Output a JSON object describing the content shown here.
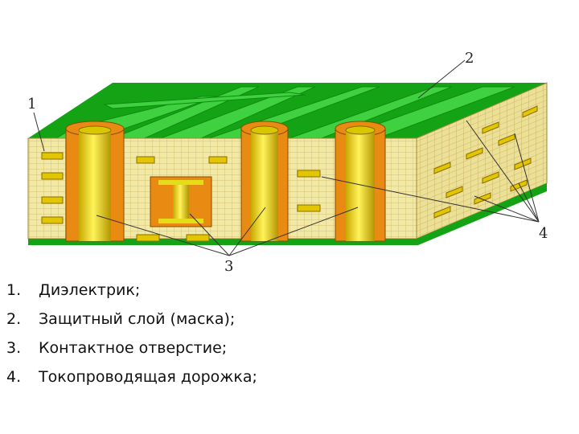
{
  "diagram": {
    "callouts": {
      "c1": "1",
      "c2": "2",
      "c3": "3",
      "c4": "4"
    }
  },
  "legend": [
    {
      "num": "1.",
      "text": "Диэлектрик;"
    },
    {
      "num": "2.",
      "text": "Защитный слой (маска);"
    },
    {
      "num": "3.",
      "text": "Контактное отверстие;"
    },
    {
      "num": "4.",
      "text": "Токопроводящая дорожка;"
    }
  ],
  "colors": {
    "dielectric": "#f3e9a6",
    "dielectric_grid": "#c9b45e",
    "mask_green": "#14a314",
    "mask_light": "#3fd13f",
    "copper_orange": "#e98a12",
    "plating_yellow": "#e6dd1a",
    "trace_gold": "#e2c600"
  }
}
